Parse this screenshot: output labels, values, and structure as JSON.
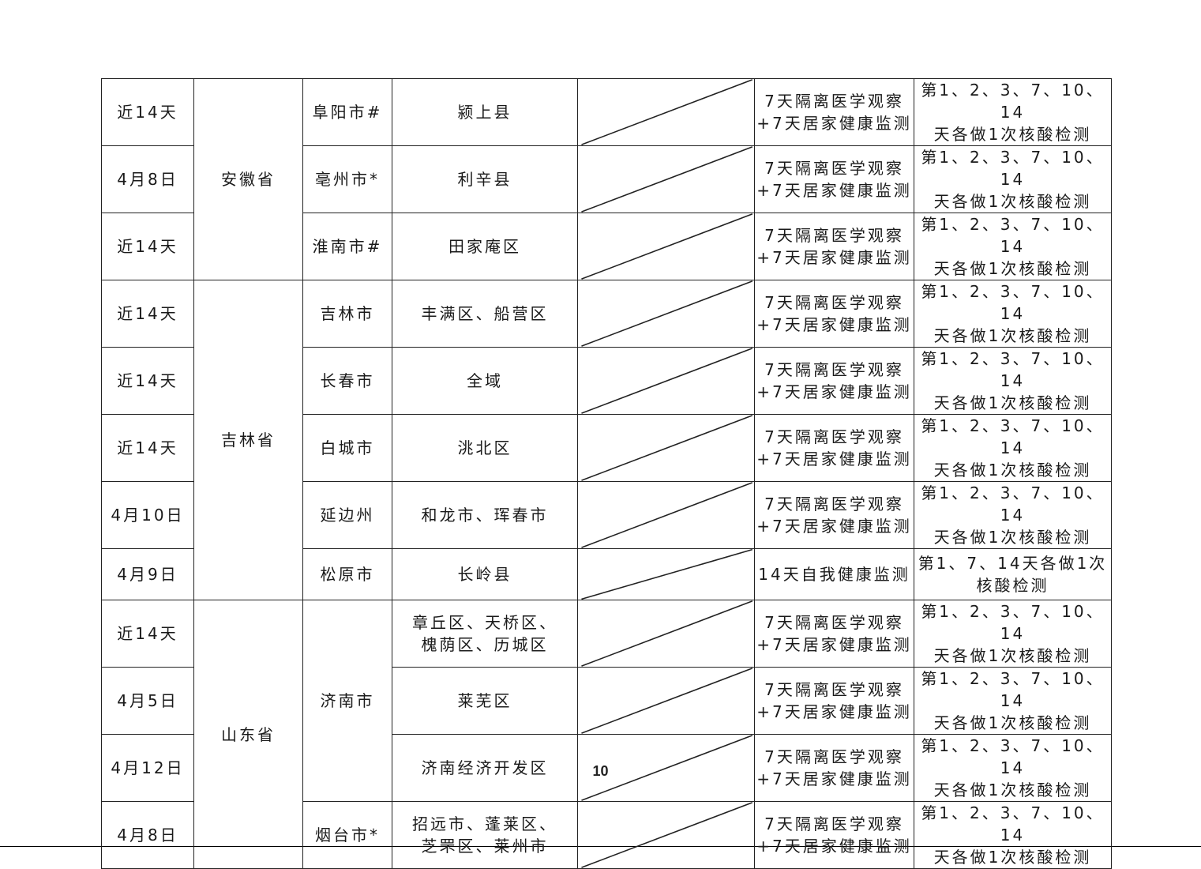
{
  "rows": [
    {
      "date": "近14天",
      "city": "阜阳市#",
      "area": "颍上县",
      "measure": [
        "7天隔离医学观察",
        "+7天居家健康监测"
      ],
      "test": [
        "第1、2、3、7、10、14",
        "天各做1次核酸检测"
      ]
    },
    {
      "date": "4月8日",
      "city": "亳州市*",
      "area": "利辛县",
      "measure": [
        "7天隔离医学观察",
        "+7天居家健康监测"
      ],
      "test": [
        "第1、2、3、7、10、14",
        "天各做1次核酸检测"
      ]
    },
    {
      "date": "近14天",
      "city": "淮南市#",
      "area": "田家庵区",
      "measure": [
        "7天隔离医学观察",
        "+7天居家健康监测"
      ],
      "test": [
        "第1、2、3、7、10、14",
        "天各做1次核酸检测"
      ]
    },
    {
      "date": "近14天",
      "city": "吉林市",
      "area": "丰满区、船营区",
      "measure": [
        "7天隔离医学观察",
        "+7天居家健康监测"
      ],
      "test": [
        "第1、2、3、7、10、14",
        "天各做1次核酸检测"
      ]
    },
    {
      "date": "近14天",
      "city": "长春市",
      "area": "全域",
      "measure": [
        "7天隔离医学观察",
        "+7天居家健康监测"
      ],
      "test": [
        "第1、2、3、7、10、14",
        "天各做1次核酸检测"
      ]
    },
    {
      "date": "近14天",
      "city": "白城市",
      "area": "洮北区",
      "measure": [
        "7天隔离医学观察",
        "+7天居家健康监测"
      ],
      "test": [
        "第1、2、3、7、10、14",
        "天各做1次核酸检测"
      ]
    },
    {
      "date": "4月10日",
      "city": "延边州",
      "area": "和龙市、珲春市",
      "measure": [
        "7天隔离医学观察",
        "+7天居家健康监测"
      ],
      "test": [
        "第1、2、3、7、10、14",
        "天各做1次核酸检测"
      ]
    },
    {
      "date": "4月9日",
      "city": "松原市",
      "area": "长岭县",
      "measure": [
        "14天自我健康监测"
      ],
      "test": [
        "第1、7、14天各做1次",
        "核酸检测"
      ]
    },
    {
      "date": "近14天",
      "city": "济南市",
      "area": "章丘区、天桥区、|槐荫区、历城区",
      "measure": [
        "7天隔离医学观察",
        "+7天居家健康监测"
      ],
      "test": [
        "第1、2、3、7、10、14",
        "天各做1次核酸检测"
      ]
    },
    {
      "date": "4月5日",
      "city": "",
      "area": "莱芜区",
      "measure": [
        "7天隔离医学观察",
        "+7天居家健康监测"
      ],
      "test": [
        "第1、2、3、7、10、14",
        "天各做1次核酸检测"
      ]
    },
    {
      "date": "4月12日",
      "city": "",
      "area": "济南经济开发区",
      "measure": [
        "7天隔离医学观察",
        "+7天居家健康监测"
      ],
      "test": [
        "第1、2、3、7、10、14",
        "天各做1次核酸检测"
      ]
    },
    {
      "date": "4月8日",
      "city": "烟台市*",
      "area": "招远市、蓬莱区、|芝罘区、莱州市",
      "measure": [
        "7天隔离医学观察",
        "+7天居家健康监测"
      ],
      "test": [
        "第1、2、3、7、10、14",
        "天各做1次核酸检测"
      ]
    }
  ],
  "provinces": [
    "安徽省",
    "吉林省",
    "山东省"
  ],
  "page_number": "10"
}
